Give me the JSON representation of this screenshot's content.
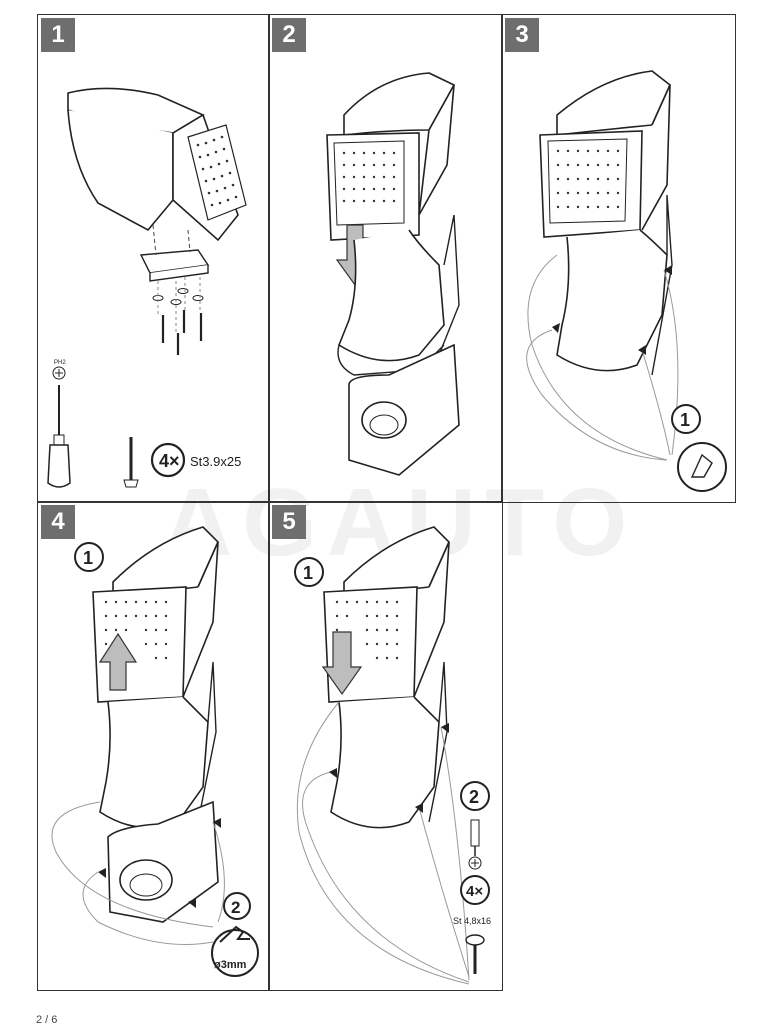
{
  "watermark": "AGAUTO",
  "page_number": "2 / 6",
  "steps": [
    {
      "number": "1",
      "bit_label": "PH2",
      "screw_count": "4×",
      "screw_spec": "St3.9x25"
    },
    {
      "number": "2"
    },
    {
      "number": "3",
      "sub_step": "1"
    },
    {
      "number": "4",
      "sub_step_a": "1",
      "sub_step_b": "2",
      "drill_size": "ø3mm"
    },
    {
      "number": "5",
      "sub_step_a": "1",
      "sub_step_b": "2",
      "screw_count": "4×",
      "screw_spec": "St 4,8x16"
    }
  ]
}
